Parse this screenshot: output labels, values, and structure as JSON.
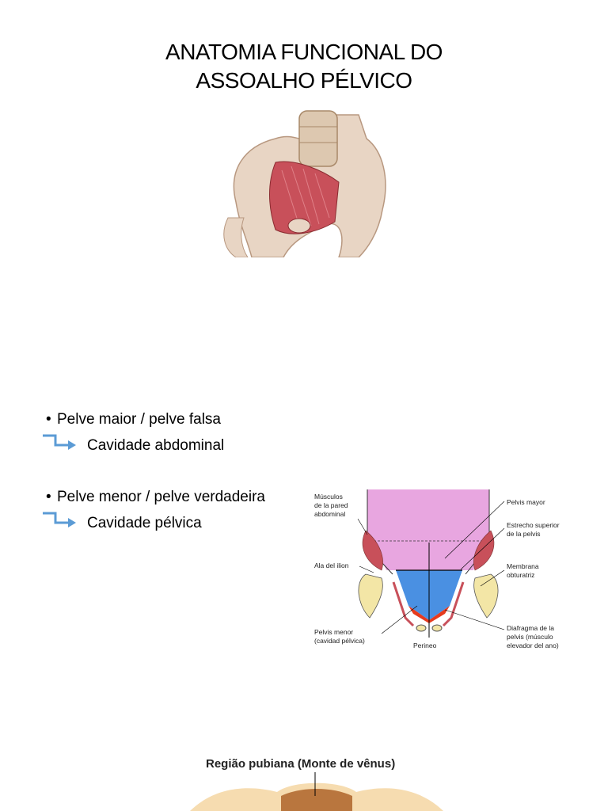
{
  "title_line1": "ANATOMIA FUNCIONAL DO",
  "title_line2": "ASSOALHO PÉLVICO",
  "bullets": [
    {
      "text": "Pelve maior / pelve falsa",
      "sub": "Cavidade abdominal"
    },
    {
      "text": "Pelve menor / pelve verdadeira",
      "sub": "Cavidade pélvica"
    }
  ],
  "diagram": {
    "labels": {
      "musculos1": "Músculos",
      "musculos2": "de la pared",
      "musculos3": "abdominal",
      "ala": "Ala del ilion",
      "pelvis_menor1": "Pelvis menor",
      "pelvis_menor2": "(cavidad pélvica)",
      "perineo": "Perineo",
      "pelvis_mayor": "Pelvis mayor",
      "estrecho1": "Estrecho superior",
      "estrecho2": "de la pelvis",
      "membrana1": "Membrana",
      "membrana2": "obturatriz",
      "diafragma1": "Diafragma de la",
      "diafragma2": "pelvis (músculo",
      "diafragma3": "elevador del ano)"
    }
  },
  "caption_pubiana": "Região pubiana (Monte de vênus)",
  "colors": {
    "arrow": "#5b9bd5",
    "pelvis_mayor": "#e8a6e0",
    "pelvis_menor": "#4a90e2",
    "perineo": "#e63b1e",
    "bone": "#f3e6a6",
    "muscle": "#c8505a"
  }
}
